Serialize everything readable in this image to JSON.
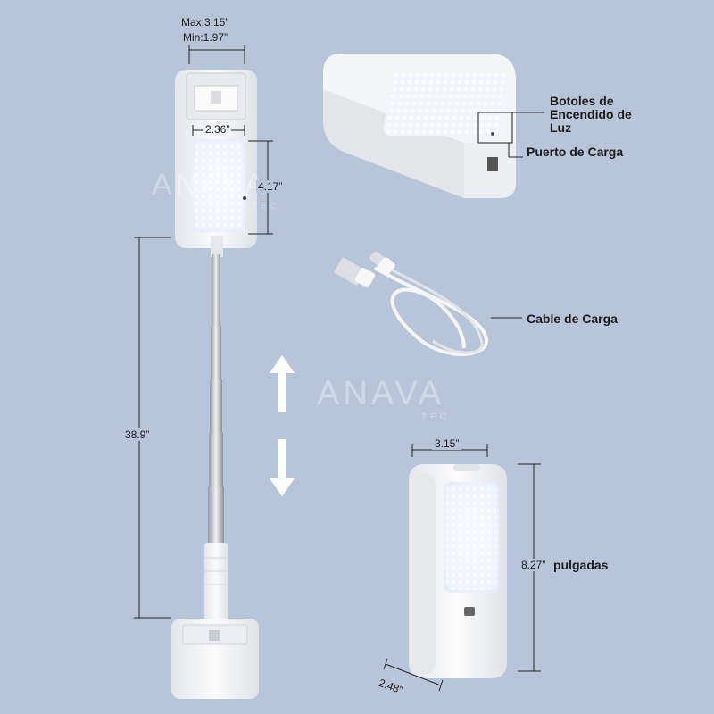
{
  "dimensions": {
    "clip_max": "Max:3.15”",
    "clip_min": "Min:1.97”",
    "light_width": "2.36”",
    "light_height": "4.17”",
    "pole_height": "38.9”",
    "box_width": "3.15”",
    "box_height": "8.27”",
    "box_depth": "2.48”"
  },
  "labels": {
    "power_buttons_line1": "Botoles de",
    "power_buttons_line2": "Encendido de",
    "power_buttons_line3": "Luz",
    "charge_port": "Puerto de Carga",
    "charge_cable": "Cable de Carga",
    "inches": "pulgadas"
  },
  "watermark": {
    "brand": "ANAVA",
    "sub": "TEC"
  },
  "colors": {
    "background": "#b7c5db",
    "device": "#f7f7f7",
    "arrow": "#ffffff"
  },
  "icons": [
    "up-arrow-icon",
    "down-arrow-icon"
  ]
}
